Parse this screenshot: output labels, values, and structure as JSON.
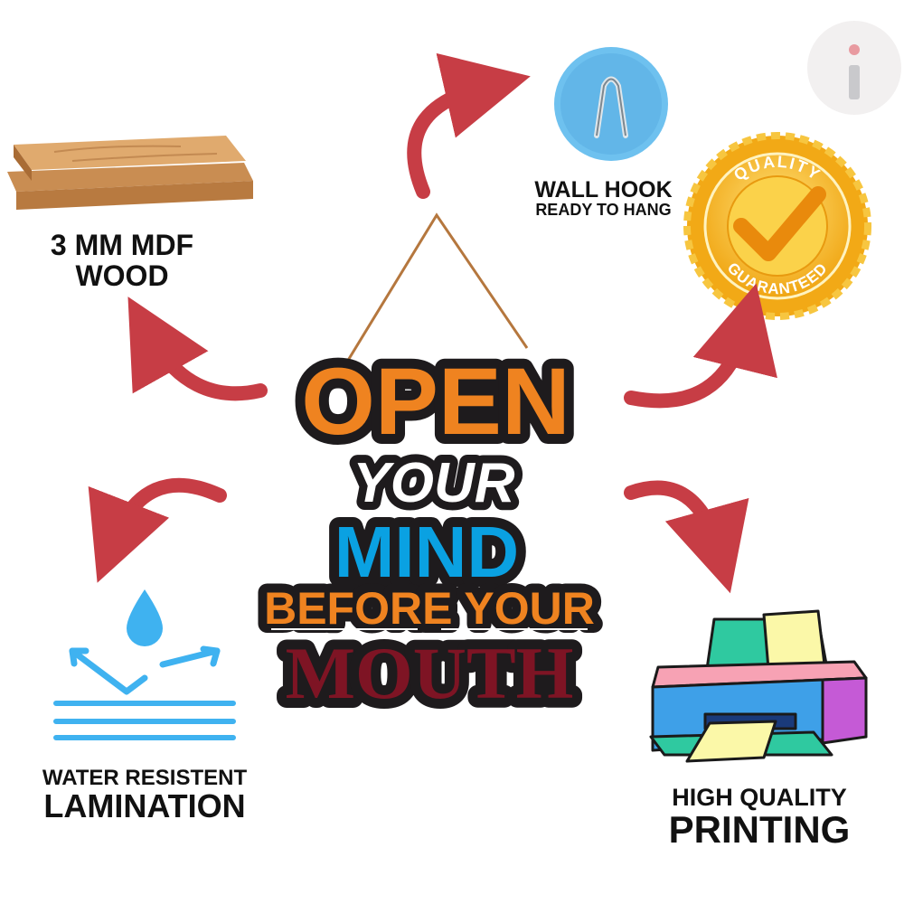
{
  "features": {
    "wood": {
      "line1": "3 MM MDF",
      "line2": "WOOD"
    },
    "hook": {
      "line1": "WALL HOOK",
      "line2": "READY TO HANG"
    },
    "quality_badge": {
      "top": "QUALITY",
      "bottom": "GUARANTEED"
    },
    "water": {
      "line1": "WATER RESISTENT",
      "line2": "LAMINATION"
    },
    "printing": {
      "line1": "HIGH QUALITY",
      "line2": "PRINTING"
    }
  },
  "sign": {
    "line1": "OPEN",
    "line2": "YOUR",
    "line3": "MIND",
    "line4": "BEFORE YOUR",
    "line5": "MOUTH"
  },
  "colors": {
    "arrow": "#c73d45",
    "orange": "#ef8320",
    "blue": "#0aa1e2",
    "maroon": "#7e1424",
    "gold": "#f5b81c"
  }
}
